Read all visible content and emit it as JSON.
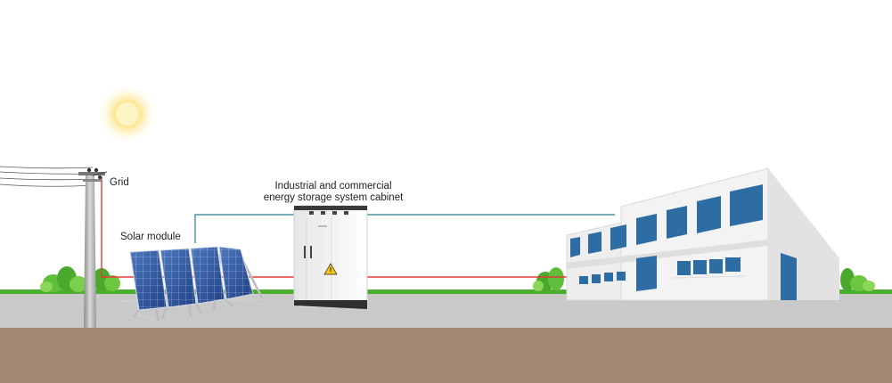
{
  "labels": {
    "grid": "Grid",
    "solar_module": "Solar module",
    "cabinet_line1": "Industrial and commercial",
    "cabinet_line2": "energy storage system cabinet"
  },
  "colors": {
    "sky": "#ffffff",
    "grass": "#4cae2f",
    "road": "#c9c9c9",
    "soil": "#a38a76",
    "power_line_red": "#e53935",
    "comm_line_teal": "#2a7f8c",
    "window_blue": "#2e6da4",
    "sun": "#fbe28a"
  },
  "icons": {
    "sun": "sun-icon",
    "utility_pole": "utility-pole-icon",
    "solar_panels": "solar-panel-icon",
    "cabinet": "energy-storage-cabinet-icon",
    "building": "factory-building-icon",
    "warning": "warning-triangle-icon"
  }
}
